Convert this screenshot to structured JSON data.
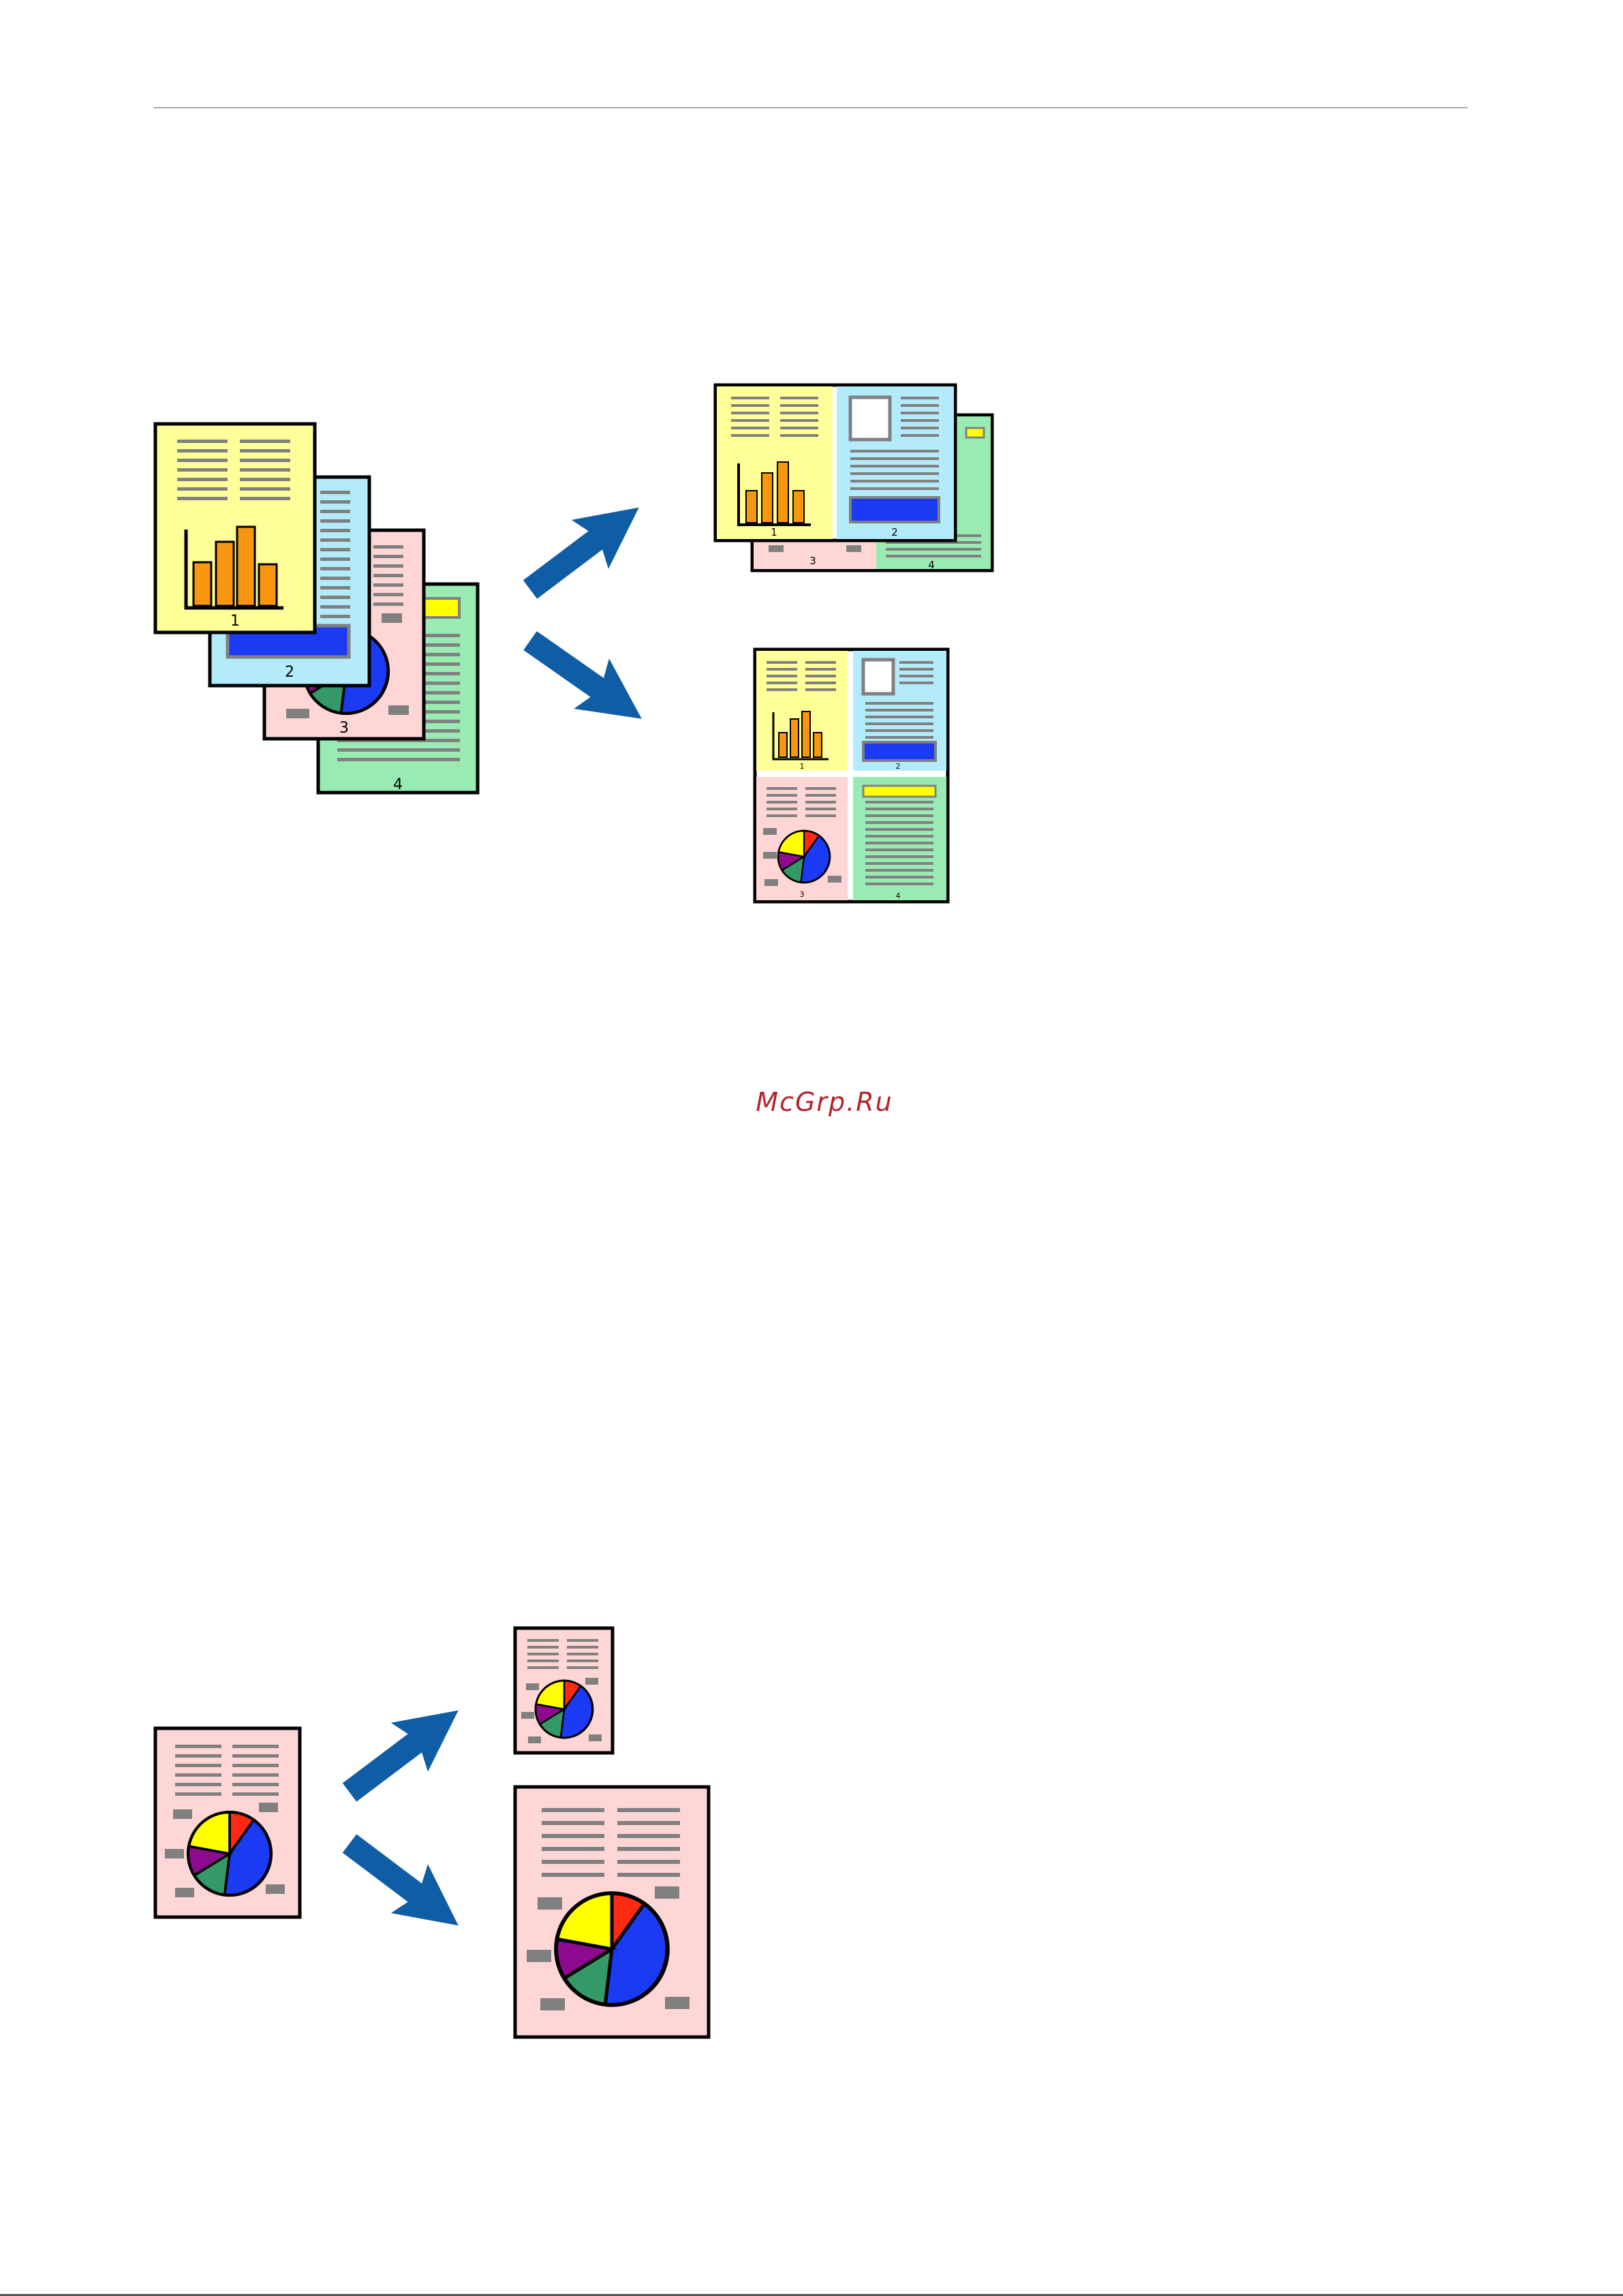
{
  "page": {
    "watermark": "McGrp.Ru"
  },
  "figure1": {
    "page_numbers": [
      "1",
      "2",
      "3",
      "4"
    ]
  },
  "colors": {
    "page1": "#ffff99",
    "page2": "#b3ebfb",
    "page3": "#ffd6d6",
    "page4": "#99ebb3",
    "bar": "#f8970f",
    "arrow": "#0f5ea5",
    "blue_box": "#1a3af3",
    "pie_blue": "#1a3af3",
    "pie_yellow": "#ffff00",
    "pie_red": "#ff2a12",
    "pie_purple": "#8e0a8e",
    "pie_green": "#339966",
    "text_lines": "#808080"
  },
  "icons": [
    "right-up-arrow-icon",
    "right-down-arrow-icon",
    "bar-chart-icon",
    "pie-chart-icon"
  ]
}
